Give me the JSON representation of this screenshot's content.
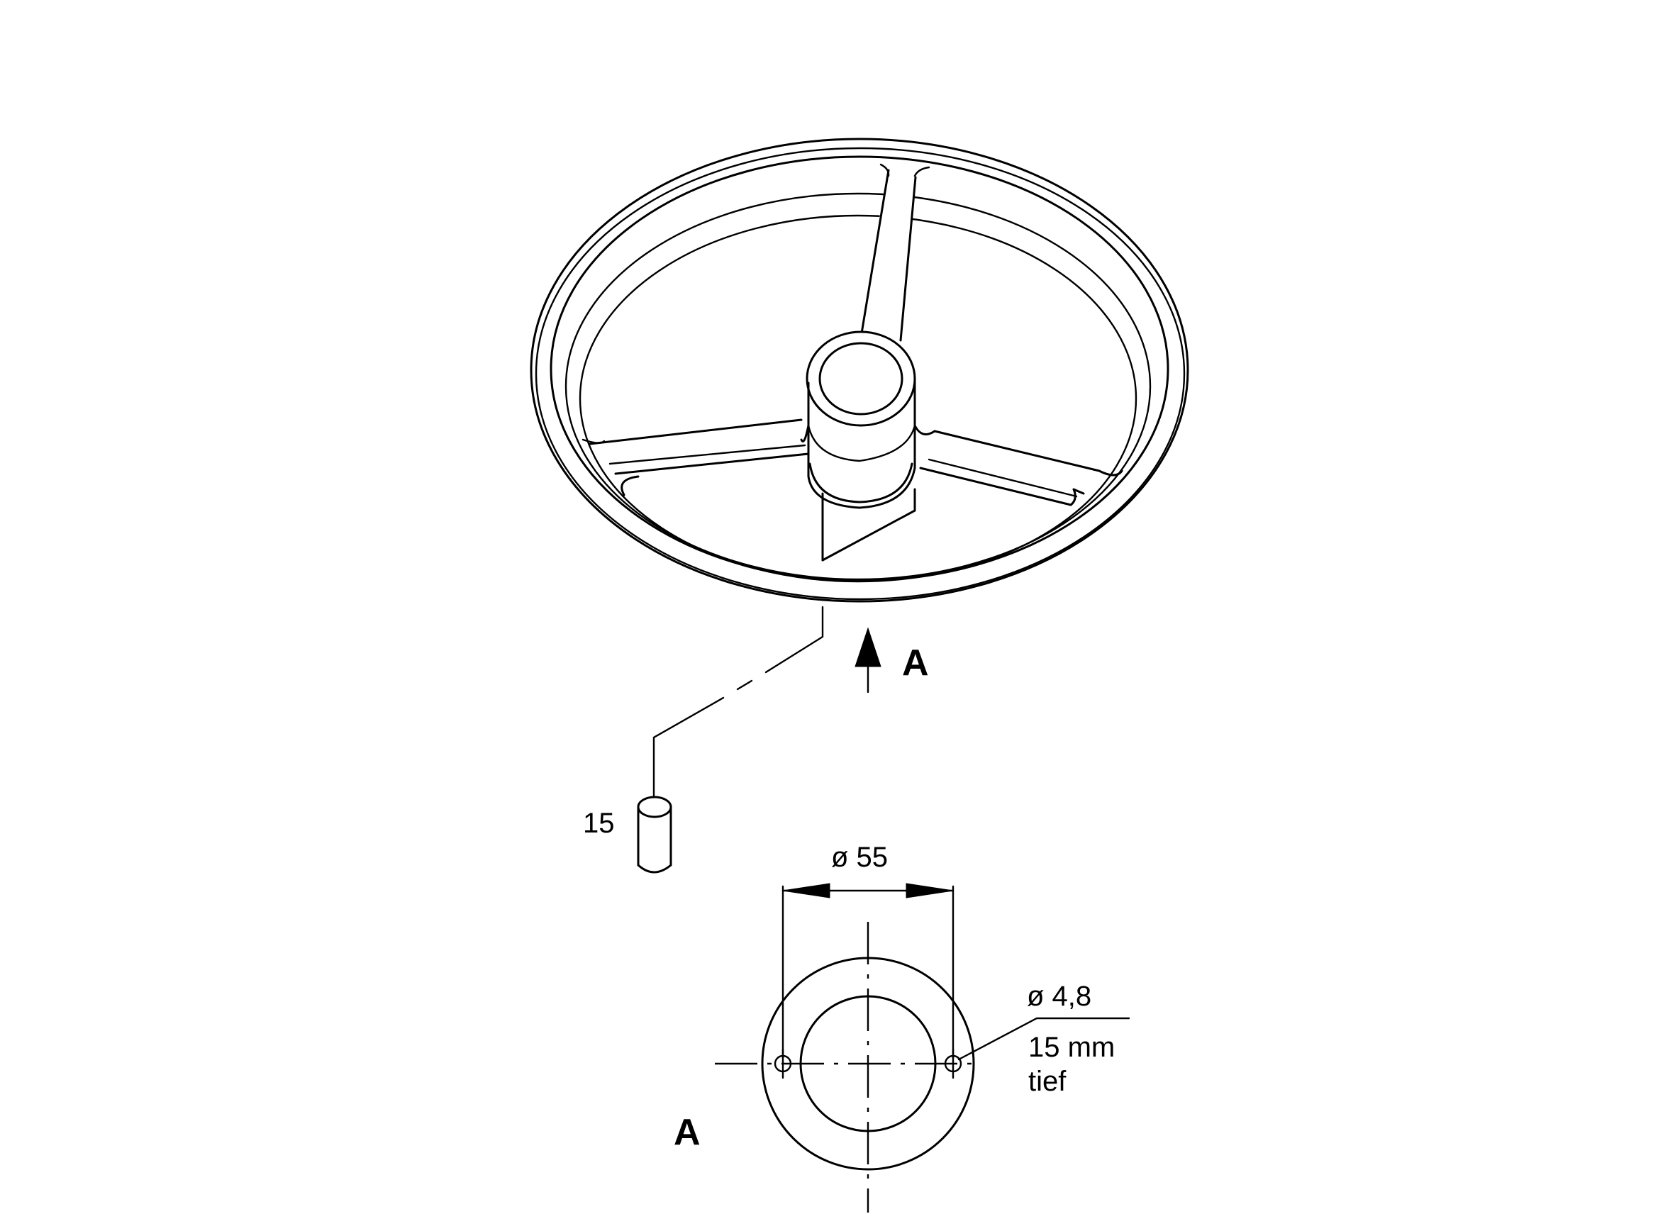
{
  "view_arrow_label": "A",
  "view_label": "A",
  "part_callout": "15",
  "diameter_main": "ø 55",
  "diameter_hole": "ø 4,8",
  "hole_depth_line1": "15 mm",
  "hole_depth_line2": "tief"
}
